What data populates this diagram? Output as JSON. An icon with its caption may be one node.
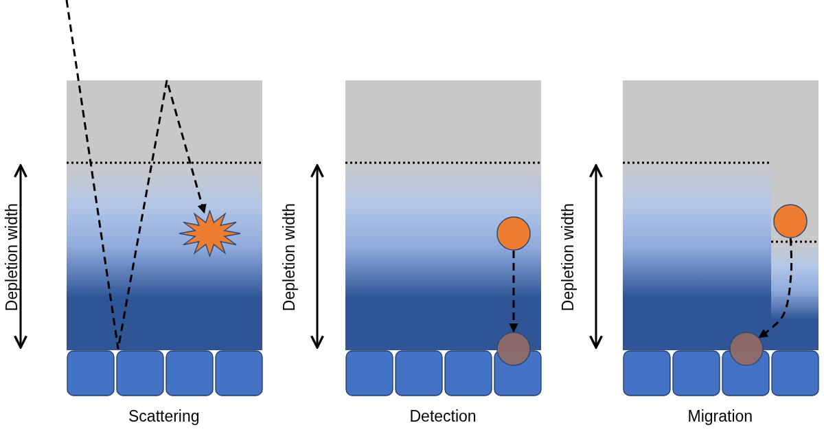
{
  "diagram": {
    "nodes": [
      {
        "text": [],
        "shape": "star"
      },
      {
        "text": [],
        "shape": "circle"
      },
      {
        "text": [],
        "shape": "circle"
      },
      {
        "text": [],
        "shape": "circle"
      },
      {
        "text": [],
        "shape": "circle"
      }
    ],
    "edges": [
      {
        "from": null,
        "to": 0,
        "arrow": "to",
        "style": "dashed"
      },
      {
        "from": 1,
        "to": 2,
        "arrow": "to",
        "style": "dashed"
      },
      {
        "from": 3,
        "to": 4,
        "arrow": "to",
        "style": "dashed"
      }
    ],
    "labels": [
      "Depletion width",
      "Scattering",
      "Depletion width",
      "Detection",
      "Depletion width",
      "Migration"
    ]
  }
}
